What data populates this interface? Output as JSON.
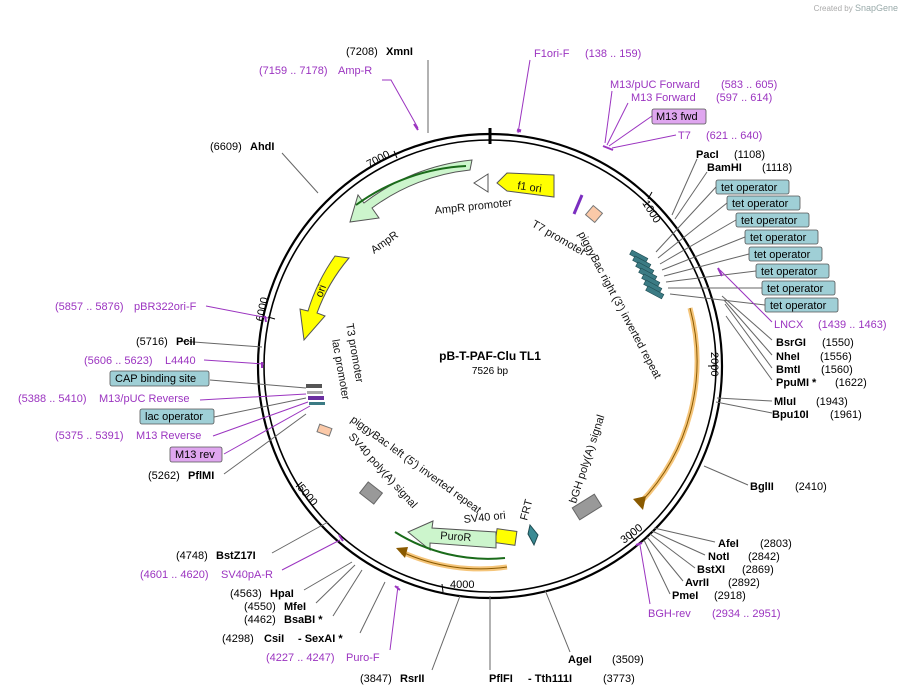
{
  "credit": {
    "prefix": "Created by",
    "brand": "SnapGene"
  },
  "plasmid": {
    "name": "pB-T-PAF-Clu TL1",
    "length_label": "7526 bp"
  },
  "ticks": [
    "1000",
    "2000",
    "3000",
    "4000",
    "5000",
    "6000",
    "7000"
  ],
  "sites": [
    {
      "pos": "(7208)",
      "name": "XmnI"
    },
    {
      "pos": "(6609)",
      "name": "AhdI"
    },
    {
      "pos": "(5716)",
      "name": "PciI"
    },
    {
      "pos": "(5262)",
      "name": "PflMI"
    },
    {
      "pos": "(4748)",
      "name": "BstZ17I"
    },
    {
      "pos": "(4563)",
      "name": "HpaI"
    },
    {
      "pos": "(4550)",
      "name": "MfeI"
    },
    {
      "pos": "(4462)",
      "name": "BsaBI *"
    },
    {
      "pos": "(4298)",
      "name": "CsiI",
      "name2": "- SexAI *"
    },
    {
      "pos": "(3847)",
      "name": "RsrII"
    },
    {
      "pos": "(3773)",
      "name": "PflFI",
      "name2": "- Tth111I"
    },
    {
      "pos": "(3509)",
      "name": "AgeI"
    },
    {
      "pos": "(1108)",
      "name": "PacI"
    },
    {
      "pos": "(1118)",
      "name": "BamHI"
    },
    {
      "pos": "(1550)",
      "name": "BsrGI"
    },
    {
      "pos": "(1556)",
      "name": "NheI"
    },
    {
      "pos": "(1560)",
      "name": "BmtI"
    },
    {
      "pos": "(1622)",
      "name": "PpuMI *"
    },
    {
      "pos": "(1943)",
      "name": "MluI"
    },
    {
      "pos": "(1961)",
      "name": "Bpu10I"
    },
    {
      "pos": "(2410)",
      "name": "BglII"
    },
    {
      "pos": "(2803)",
      "name": "AfeI"
    },
    {
      "pos": "(2842)",
      "name": "NotI"
    },
    {
      "pos": "(2869)",
      "name": "BstXI"
    },
    {
      "pos": "(2892)",
      "name": "AvrII"
    },
    {
      "pos": "(2918)",
      "name": "PmeI"
    }
  ],
  "primers": [
    {
      "name": "Amp-R",
      "range": "(7159 .. 7178)"
    },
    {
      "name": "F1ori-F",
      "range": "(138 .. 159)"
    },
    {
      "name": "M13/pUC Forward",
      "range": "(583 .. 605)"
    },
    {
      "name": "M13 Forward",
      "range": "(597 .. 614)"
    },
    {
      "name": "T7",
      "range": "(621 .. 640)"
    },
    {
      "name": "pBR322ori-F",
      "range": "(5857 .. 5876)"
    },
    {
      "name": "L4440",
      "range": "(5606 .. 5623)"
    },
    {
      "name": "M13/pUC Reverse",
      "range": "(5388 .. 5410)"
    },
    {
      "name": "M13 Reverse",
      "range": "(5375 .. 5391)"
    },
    {
      "name": "SV40pA-R",
      "range": "(4601 .. 4620)"
    },
    {
      "name": "Puro-F",
      "range": "(4227 .. 4247)"
    },
    {
      "name": "LNCX",
      "range": "(1439 .. 1463)"
    },
    {
      "name": "BGH-rev",
      "range": "(2934 .. 2951)"
    }
  ],
  "boxes": {
    "m13fwd": "M13 fwd",
    "tet": [
      "tet operator",
      "tet operator",
      "tet operator",
      "tet operator",
      "tet operator",
      "tet operator",
      "tet operator",
      "tet operator"
    ],
    "cap": "CAP binding site",
    "lacop": "lac operator",
    "m13rev": "M13 rev"
  },
  "features": {
    "f1ori": "f1 ori",
    "ampr_promoter": "AmpR promoter",
    "ampr": "AmpR",
    "ori": "ori",
    "t7_promoter": "T7 promoter",
    "pb_right": "piggyBac right (3') inverted repeat",
    "t3_promoter": "T3 promoter",
    "lac_promoter": "lac promoter",
    "pb_left": "piggyBac left (5') inverted repeat",
    "sv40_polya": "SV40 poly(A) signal",
    "sv40_ori": "SV40 ori",
    "puror": "PuroR",
    "frt": "FRT",
    "bgh_polya": "bGH poly(A) signal"
  },
  "colors": {
    "primer": "#9b34c0",
    "operator_box": "#9fcfd6",
    "m13_box": "#dfa6ef",
    "yellow_feature": "#ffff00",
    "green_feature": "#ccf5cc",
    "orange_arc": "#f5c57a",
    "terminator": "#999999",
    "promoter_orange": "#fbc9a8",
    "tet_block": "#3b7b84"
  }
}
